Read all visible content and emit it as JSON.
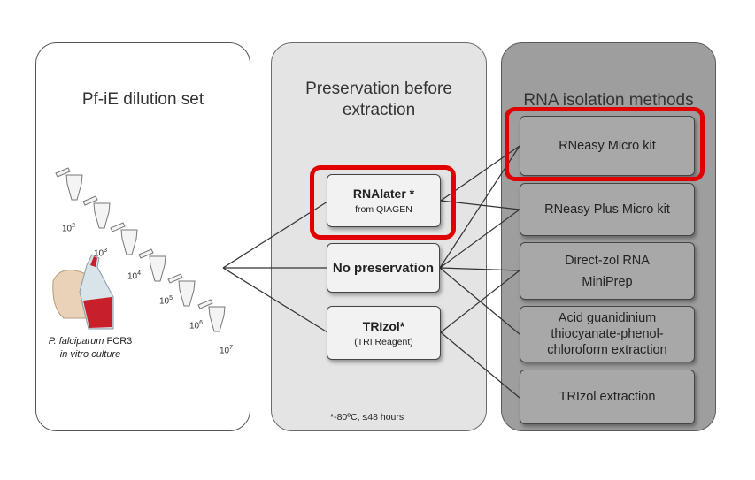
{
  "panels": {
    "left": {
      "title": "Pf-iE dilution set"
    },
    "middle": {
      "title": "Preservation before extraction",
      "footnote": "*-80ºC, ≤48 hours"
    },
    "right": {
      "title": "RNA isolation methods"
    }
  },
  "preservation": [
    {
      "main": "RNAlater *",
      "sub": "from QIAGEN",
      "highlighted": true
    },
    {
      "main": "No preservation",
      "sub": "",
      "highlighted": false
    },
    {
      "main": "TRIzol*",
      "sub": "(TRI Reagent)",
      "highlighted": false
    }
  ],
  "methods": [
    {
      "label": "RNeasy Micro kit",
      "highlighted": true
    },
    {
      "label": "RNeasy Plus Micro kit",
      "highlighted": false
    },
    {
      "label": "Direct-zol RNA MiniPrep",
      "highlighted": false
    },
    {
      "label": "Acid guanidinium thiocyanate-phenol-chloroform extraction",
      "highlighted": false
    },
    {
      "label": "TRIzol extraction",
      "highlighted": false
    }
  ],
  "dilutions": [
    {
      "base": "10",
      "exp": "2"
    },
    {
      "base": "10",
      "exp": "3"
    },
    {
      "base": "10",
      "exp": "4"
    },
    {
      "base": "10",
      "exp": "5"
    },
    {
      "base": "10",
      "exp": "6"
    },
    {
      "base": "10",
      "exp": "7"
    }
  ],
  "culture": {
    "species": "P. falciparum",
    "strain": "FCR3",
    "line2": "in vitro culture"
  },
  "colors": {
    "highlight": "#e00000",
    "panel_left": "#ffffff",
    "panel_middle": "#e4e4e4",
    "panel_right": "#9e9e9e"
  }
}
